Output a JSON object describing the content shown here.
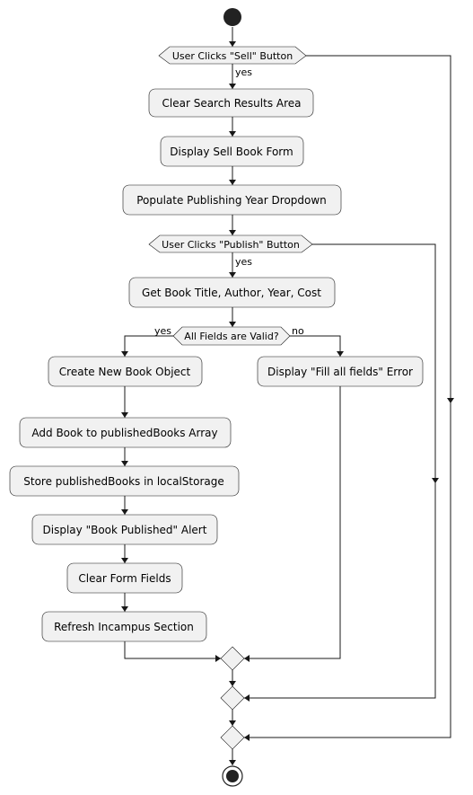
{
  "diagram": {
    "decisions": {
      "sell_clicked": {
        "label": "User Clicks \"Sell\" Button",
        "yes": "yes"
      },
      "publish_clicked": {
        "label": "User Clicks \"Publish\" Button",
        "yes": "yes"
      },
      "fields_valid": {
        "label": "All Fields are Valid?",
        "yes": "yes",
        "no": "no"
      }
    },
    "actions": {
      "clear_search": "Clear Search Results Area",
      "display_form": "Display Sell Book Form",
      "populate_year": "Populate Publishing Year Dropdown",
      "get_fields": "Get Book Title, Author, Year, Cost",
      "create_book": "Create New Book Object",
      "add_book": "Add Book to publishedBooks Array",
      "store_books": "Store publishedBooks in localStorage",
      "alert": "Display \"Book Published\" Alert",
      "clear_fields": "Clear Form Fields",
      "refresh": "Refresh Incampus Section",
      "error": "Display \"Fill all fields\" Error"
    }
  }
}
